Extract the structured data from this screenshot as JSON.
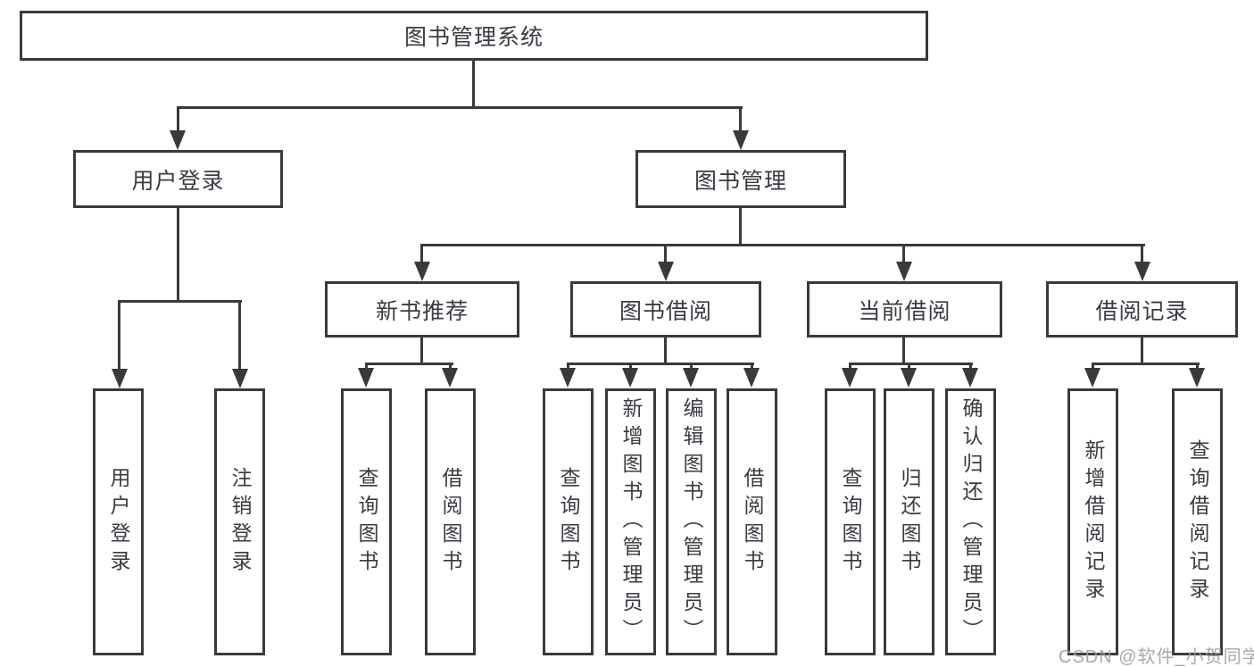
{
  "diagram": {
    "root_label": "图书管理系统",
    "level2": {
      "user_login": "用户登录",
      "book_management": "图书管理"
    },
    "level3": {
      "new_book_recommend": "新书推荐",
      "book_borrow": "图书借阅",
      "current_borrow": "当前借阅",
      "borrow_record": "借阅记录"
    },
    "leaves": {
      "user_login": [
        "用户登录",
        "注销登录"
      ],
      "new_book_recommend": [
        "查询图书",
        "借阅图书"
      ],
      "book_borrow": [
        "查询图书",
        "新增图书（管理员）",
        "编辑图书（管理员）",
        "借阅图书"
      ],
      "current_borrow": [
        "查询图书",
        "归还图书",
        "确认归还（管理员）"
      ],
      "borrow_record": [
        "新增借阅记录",
        "查询借阅记录"
      ]
    },
    "colors": {
      "line": "#3a3a3a",
      "text": "#383c42",
      "background": "#ffffff",
      "watermark": "#a2a2a2"
    }
  },
  "watermark": {
    "text": "CSDN @软件_小贺同学"
  }
}
